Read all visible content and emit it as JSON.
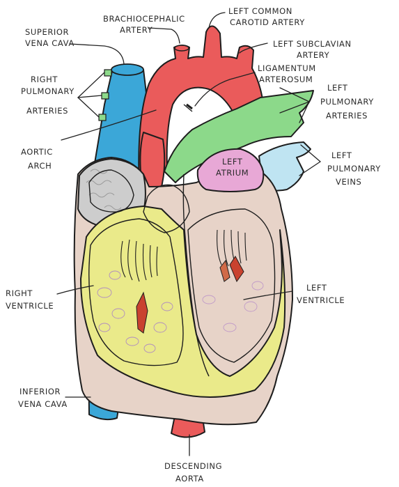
{
  "diagram": {
    "labels": {
      "superior_vena_cava": [
        "SUPERIOR",
        "VENA CAVA"
      ],
      "brachiocephalic_artery": [
        "BRACHIOCEPHALIC",
        "ARTERY"
      ],
      "left_common_carotid_artery": [
        "LEFT COMMON",
        "CAROTID ARTERY"
      ],
      "left_subclavian_artery": [
        "LEFT SUBCLAVIAN",
        "ARTERY"
      ],
      "ligamentum_arteriosum": [
        "LIGAMENTUM",
        "ARTEROSUM"
      ],
      "right_pulmonary_arteries": [
        "RIGHT",
        "PULMONARY",
        "ARTERIES"
      ],
      "left_pulmonary_arteries": [
        "LEFT",
        "PULMONARY",
        "ARTERIES"
      ],
      "aortic_arch": [
        "AORTIC",
        "ARCH"
      ],
      "left_atrium": [
        "LEFT",
        "ATRIUM"
      ],
      "left_pulmonary_veins": [
        "LEFT",
        "PULMONARY",
        "VEINS"
      ],
      "right_ventricle": [
        "RIGHT",
        "VENTRICLE"
      ],
      "left_ventricle": [
        "LEFT",
        "VENTRICLE"
      ],
      "inferior_vena_cava": [
        "INFERIOR",
        "VENA CAVA"
      ],
      "descending_aorta": [
        "DESCENDING",
        "AORTA"
      ]
    },
    "colors": {
      "vena_cava": "#3ba7d8",
      "aorta": "#ea5b5b",
      "pulmonary_artery": "#8cd98a",
      "pulmonary_vein": "#bfe4f2",
      "myocardium": "#e7d3c8",
      "septum_yellow": "#eaea8a",
      "chamber_pink": "#e8a8d6",
      "chamber_lilac": "#dcc4e6",
      "atrium_gray": "#cdcdcd",
      "muscle_red": "#c9422f"
    }
  }
}
